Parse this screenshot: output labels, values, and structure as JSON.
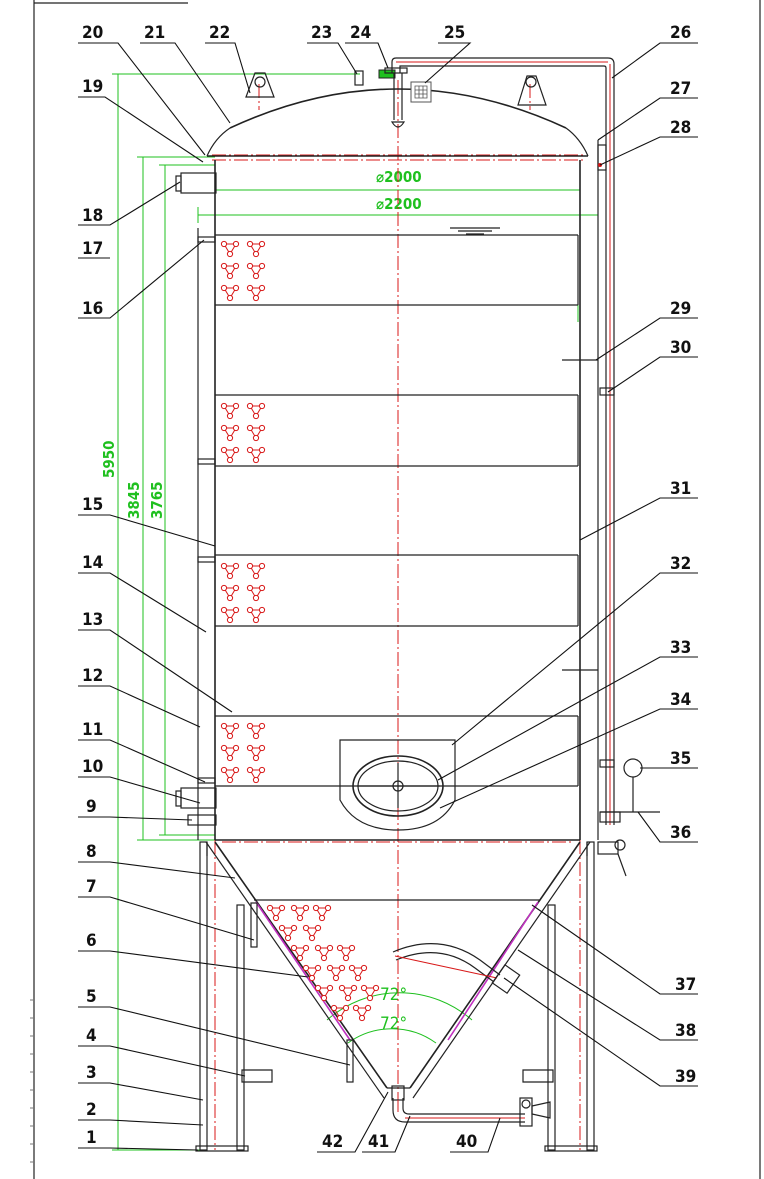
{
  "diagram": {
    "labels_left": [
      "20",
      "21",
      "22",
      "23",
      "24",
      "25",
      "19",
      "18",
      "17",
      "16",
      "15",
      "14",
      "13",
      "12",
      "11",
      "10",
      "9",
      "8",
      "7",
      "6",
      "5",
      "4",
      "3",
      "2",
      "1"
    ],
    "labels_right": [
      "26",
      "27",
      "28",
      "29",
      "30",
      "31",
      "32",
      "33",
      "34",
      "35",
      "36",
      "37",
      "38",
      "39"
    ],
    "labels_bottom": [
      "42",
      "41",
      "40"
    ],
    "dimensions": {
      "inner_diameter": "⌀2000",
      "outer_diameter": "⌀2200",
      "overall_height": "5950",
      "height_a": "3845",
      "height_b": "3765",
      "cone_angle_outer": "72°",
      "cone_angle_inner": "72°"
    },
    "colors": {
      "outline": "#222222",
      "centerline": "#d81818",
      "dimension": "#1fc01f",
      "cone_highlight": "#c030c0"
    }
  }
}
